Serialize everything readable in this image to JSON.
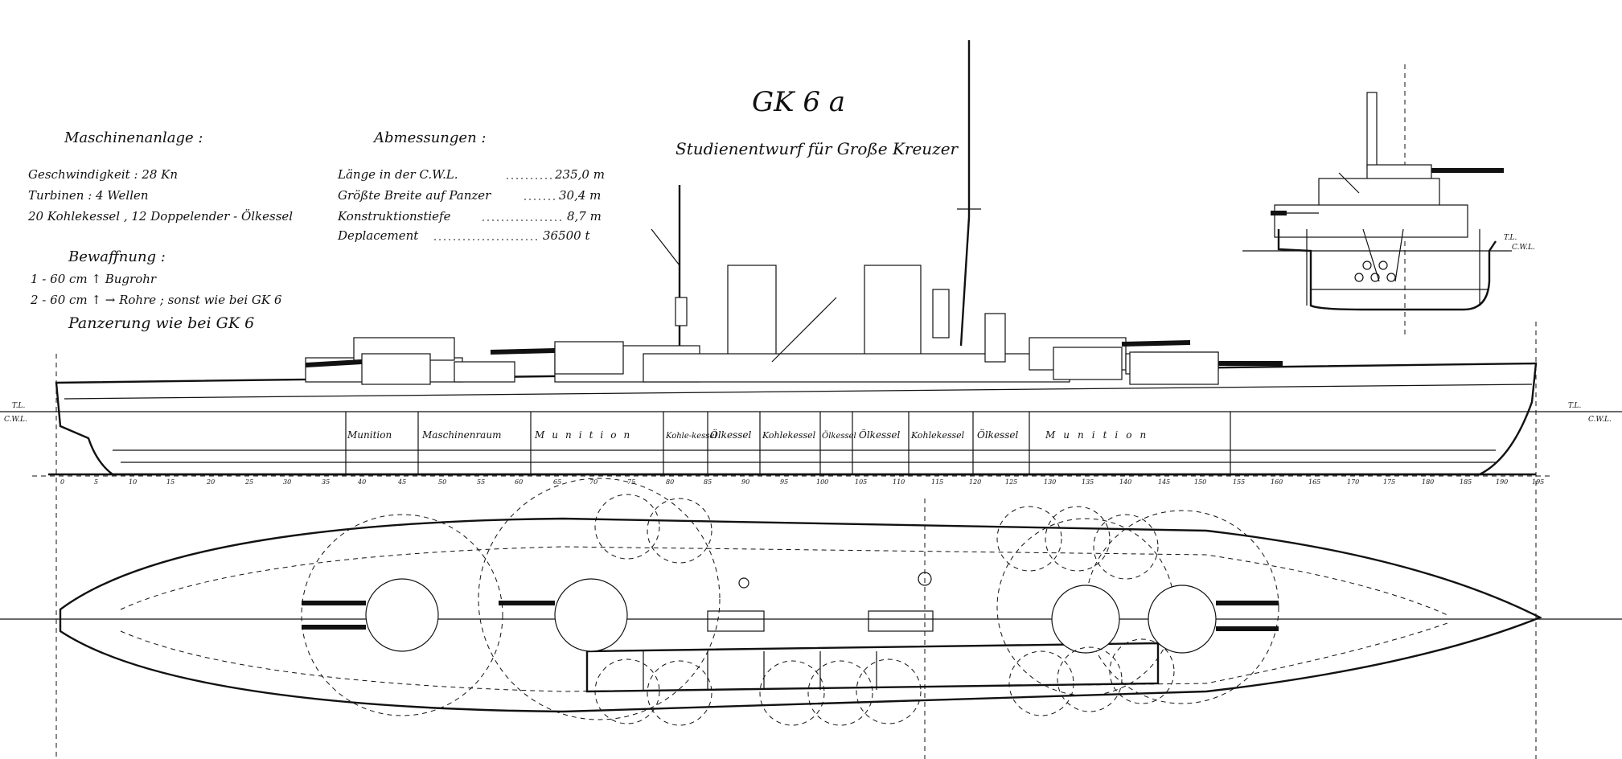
{
  "title": "GK 6 a",
  "subtitle": "Studienentwurf für Große Kreuzer",
  "machinery": {
    "heading": "Maschinenanlage :",
    "lines": [
      "Geschwindigkeit : 28 Kn",
      "Turbinen : 4 Wellen",
      "20 Kohlekessel , 12 Doppelender - Ölkessel"
    ]
  },
  "armament": {
    "heading": "Bewaffnung :",
    "lines": [
      "1 - 60 cm ↑ Bugrohr",
      "2 - 60 cm ↑ → Rohre ; sonst wie bei GK 6"
    ],
    "armour": "Panzerung wie bei GK 6"
  },
  "dimensions": {
    "heading": "Abmessungen :",
    "rows": [
      {
        "label": "Länge in der C.W.L.",
        "value": "235,0 m"
      },
      {
        "label": "Größte Breite auf Panzer",
        "value": "30,4 m"
      },
      {
        "label": "Konstruktionstiefe",
        "value": "8,7 m"
      },
      {
        "label": "Deplacement",
        "value": "36500 t"
      }
    ]
  },
  "waterline_labels": {
    "left_top": "T.L.",
    "left_bottom": "C.W.L.",
    "right_top": "T.L.",
    "right_bottom": "C.W.L."
  },
  "section_labels": {
    "top": "T.L.",
    "bottom": "C.W.L."
  },
  "compartments": [
    "Munition",
    "Maschinenraum",
    "Munition",
    "Kohle-kessel",
    "Ölkessel",
    "Kohlekessel",
    "Ölkessel",
    "Ölkessel",
    "Kohlekessel",
    "Ölkessel",
    "Munition"
  ],
  "frame_numbers": [
    "0",
    "5",
    "10",
    "15",
    "20",
    "25",
    "30",
    "35",
    "40",
    "45",
    "50",
    "55",
    "60",
    "65",
    "70",
    "75",
    "80",
    "85",
    "90",
    "95",
    "100",
    "105",
    "110",
    "115",
    "120",
    "125",
    "130",
    "135",
    "140",
    "145",
    "150",
    "155",
    "160",
    "165",
    "170",
    "175",
    "180",
    "185",
    "190",
    "195"
  ]
}
